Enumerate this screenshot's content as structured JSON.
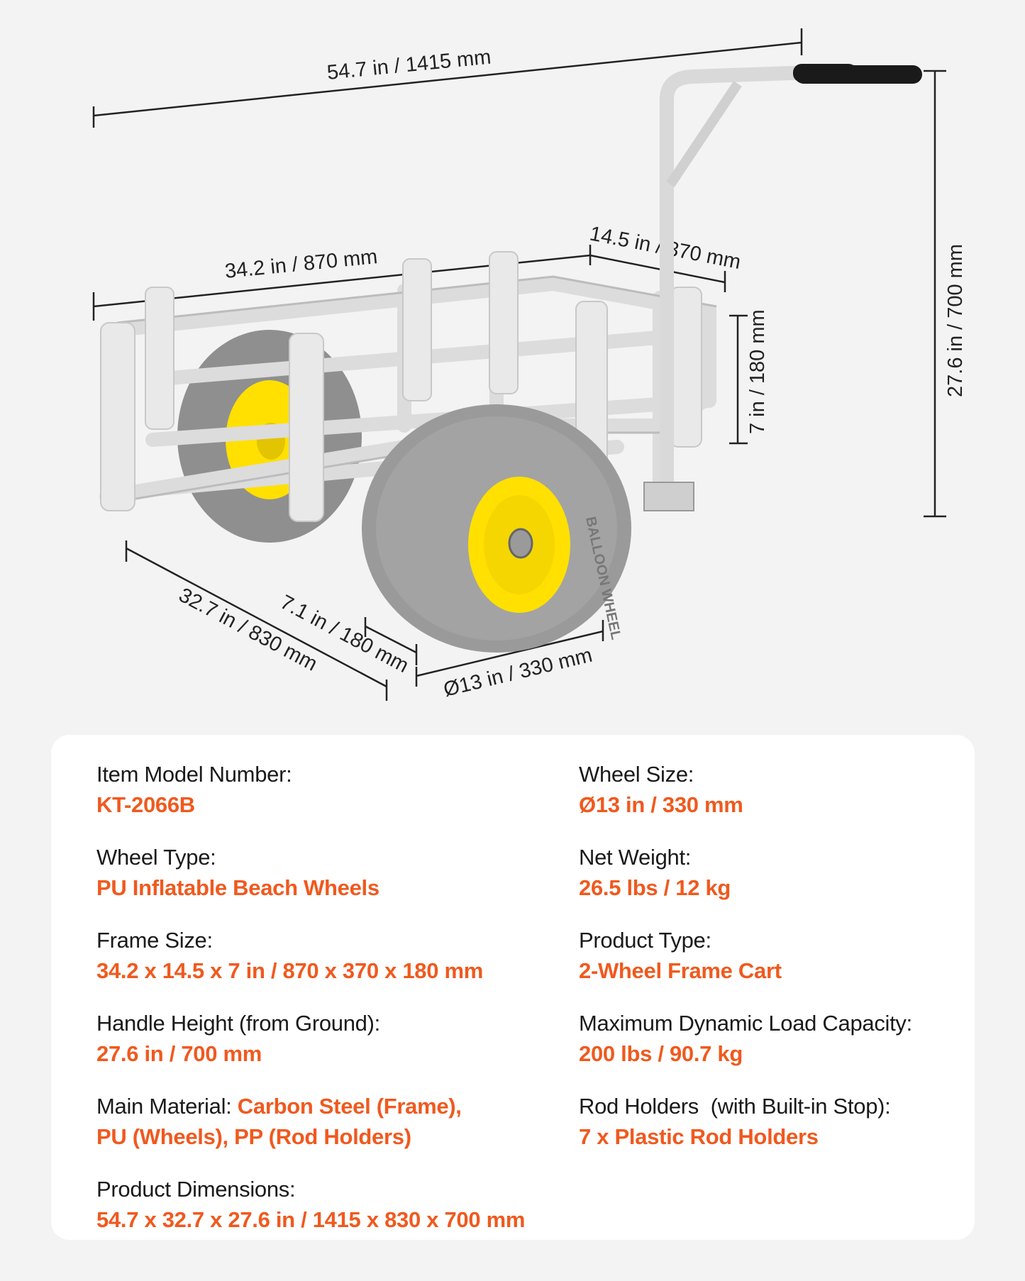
{
  "dimensions": {
    "overall_length": "54.7 in / 1415 mm",
    "frame_length": "34.2 in / 870 mm",
    "frame_width": "14.5 in / 370 mm",
    "frame_height": "7 in / 180 mm",
    "handle_height": "27.6 in / 700 mm",
    "overall_width": "32.7 in / 830 mm",
    "wheel_width": "7.1 in / 180 mm",
    "wheel_diameter": "Ø13 in / 330 mm",
    "tire_text": "BALLOON WHEEL"
  },
  "colors": {
    "accent": "#f0591e",
    "background": "#f3f3f3",
    "card": "#ffffff",
    "hub": "#ffe000",
    "tire": "#9a9a9a"
  },
  "specs_left": [
    {
      "label": "Item Model Number:",
      "value": "KT-2066B"
    },
    {
      "label": "Wheel Type:",
      "value": "PU Inflatable Beach Wheels"
    },
    {
      "label": "Frame Size:",
      "value": "34.2 x 14.5 x 7 in / 870 x 370 x 180 mm"
    },
    {
      "label": "Handle Height (from Ground):",
      "value": "27.6 in / 700 mm"
    },
    {
      "label": "Main Material: ",
      "value_inline": "Carbon Steel (Frame),",
      "value": "PU (Wheels), PP (Rod Holders)"
    },
    {
      "label": "Product Dimensions:",
      "value": "54.7 x 32.7 x 27.6 in / 1415 x 830 x 700 mm"
    }
  ],
  "specs_right": [
    {
      "label": "Wheel Size:",
      "value": "Ø13 in / 330 mm"
    },
    {
      "label": "Net Weight:",
      "value": "26.5 lbs / 12 kg"
    },
    {
      "label": "Product Type:",
      "value": "2-Wheel Frame Cart"
    },
    {
      "label": "Maximum Dynamic Load Capacity:",
      "value": "200 lbs / 90.7 kg"
    },
    {
      "label": "Rod Holders  (with Built-in Stop):",
      "value": "7 x Plastic Rod Holders"
    }
  ]
}
